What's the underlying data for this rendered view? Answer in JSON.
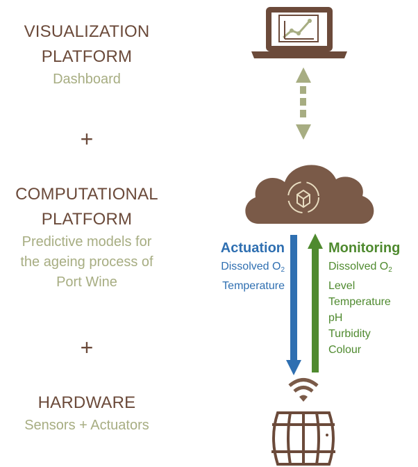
{
  "left": {
    "visualization": {
      "title_line1": "VISUALIZATION",
      "title_line2": "PLATFORM",
      "subtitle": "Dashboard"
    },
    "plus1": "+",
    "computational": {
      "title_line1": "COMPUTATIONAL",
      "title_line2": "PLATFORM",
      "sub_line1": "Predictive models for",
      "sub_line2": "the ageing process of",
      "sub_line3": "Port Wine"
    },
    "plus2": "+",
    "hardware": {
      "title": "HARDWARE",
      "subtitle": "Sensors + Actuators"
    }
  },
  "actuation": {
    "heading": "Actuation",
    "items": [
      {
        "base": "Dissolved O",
        "subscript": "2"
      },
      {
        "base": "Temperature",
        "subscript": ""
      }
    ]
  },
  "monitoring": {
    "heading": "Monitoring",
    "items": [
      {
        "base": "Dissolved O",
        "subscript": "2"
      },
      {
        "base": "Level",
        "subscript": ""
      },
      {
        "base": "Temperature",
        "subscript": ""
      },
      {
        "base": "pH",
        "subscript": ""
      },
      {
        "base": "Turbidity",
        "subscript": ""
      },
      {
        "base": "Colour",
        "subscript": ""
      }
    ]
  },
  "icons": [
    "laptop-chart-icon",
    "cloud-sync-icon",
    "wifi-icon",
    "barrel-icon"
  ],
  "colors": {
    "brown": "#6b4a3a",
    "olive": "#a7ad82",
    "actuation_blue": "#2f6fb1",
    "monitoring_green": "#4f8a2f"
  }
}
